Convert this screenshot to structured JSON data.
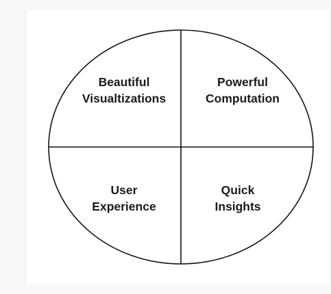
{
  "diagram": {
    "quadrants": [
      {
        "id": "top-left",
        "lines": [
          "Beautiful",
          "Visualtizations"
        ]
      },
      {
        "id": "top-right",
        "lines": [
          "Powerful",
          "Computation"
        ]
      },
      {
        "id": "bottom-left",
        "lines": [
          "User",
          "Experience"
        ]
      },
      {
        "id": "bottom-right",
        "lines": [
          "Quick",
          "Insights"
        ]
      }
    ],
    "colors": {
      "stroke": "#111111",
      "text": "#1a1a1a",
      "panel": "#ffffff",
      "background": "#f7f7f7"
    }
  }
}
